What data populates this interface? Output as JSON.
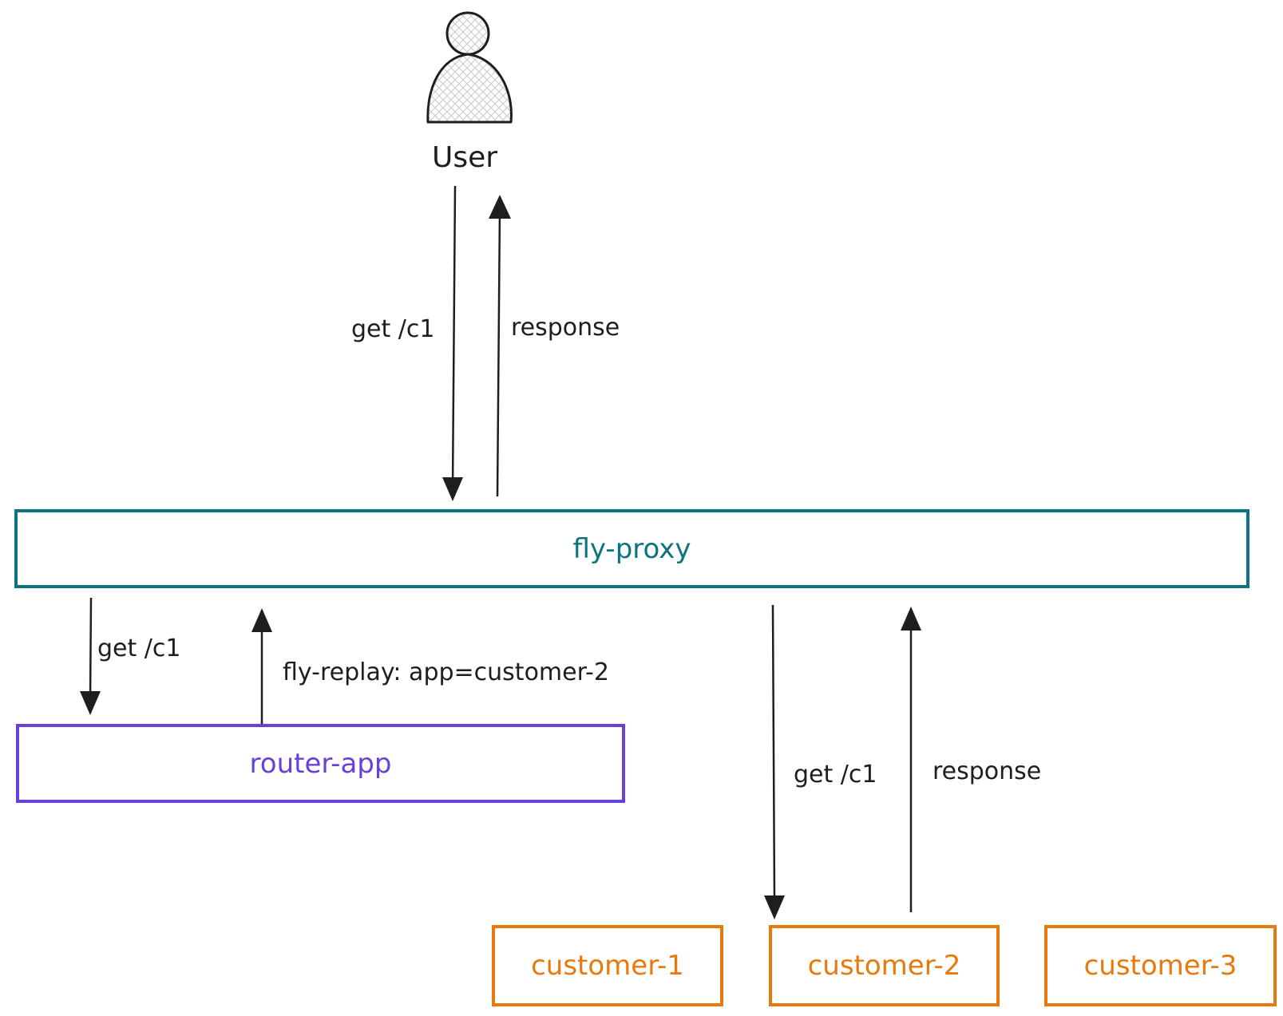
{
  "colors": {
    "ink": "#1e1e1e",
    "proxy": "#0c7480",
    "router": "#6741d9",
    "customer": "#e8790d",
    "user_fill": "#d9d9d9"
  },
  "user": {
    "label": "User",
    "icon": "person-icon"
  },
  "edges": {
    "user_request": "get /c1",
    "user_response": "response",
    "router_request": "get /c1",
    "router_replay": "fly-replay: app=customer-2",
    "customer_request": "get /c1",
    "customer_response": "response"
  },
  "nodes": {
    "proxy": "fly-proxy",
    "router": "router-app",
    "customers": [
      "customer-1",
      "customer-2",
      "customer-3"
    ]
  }
}
